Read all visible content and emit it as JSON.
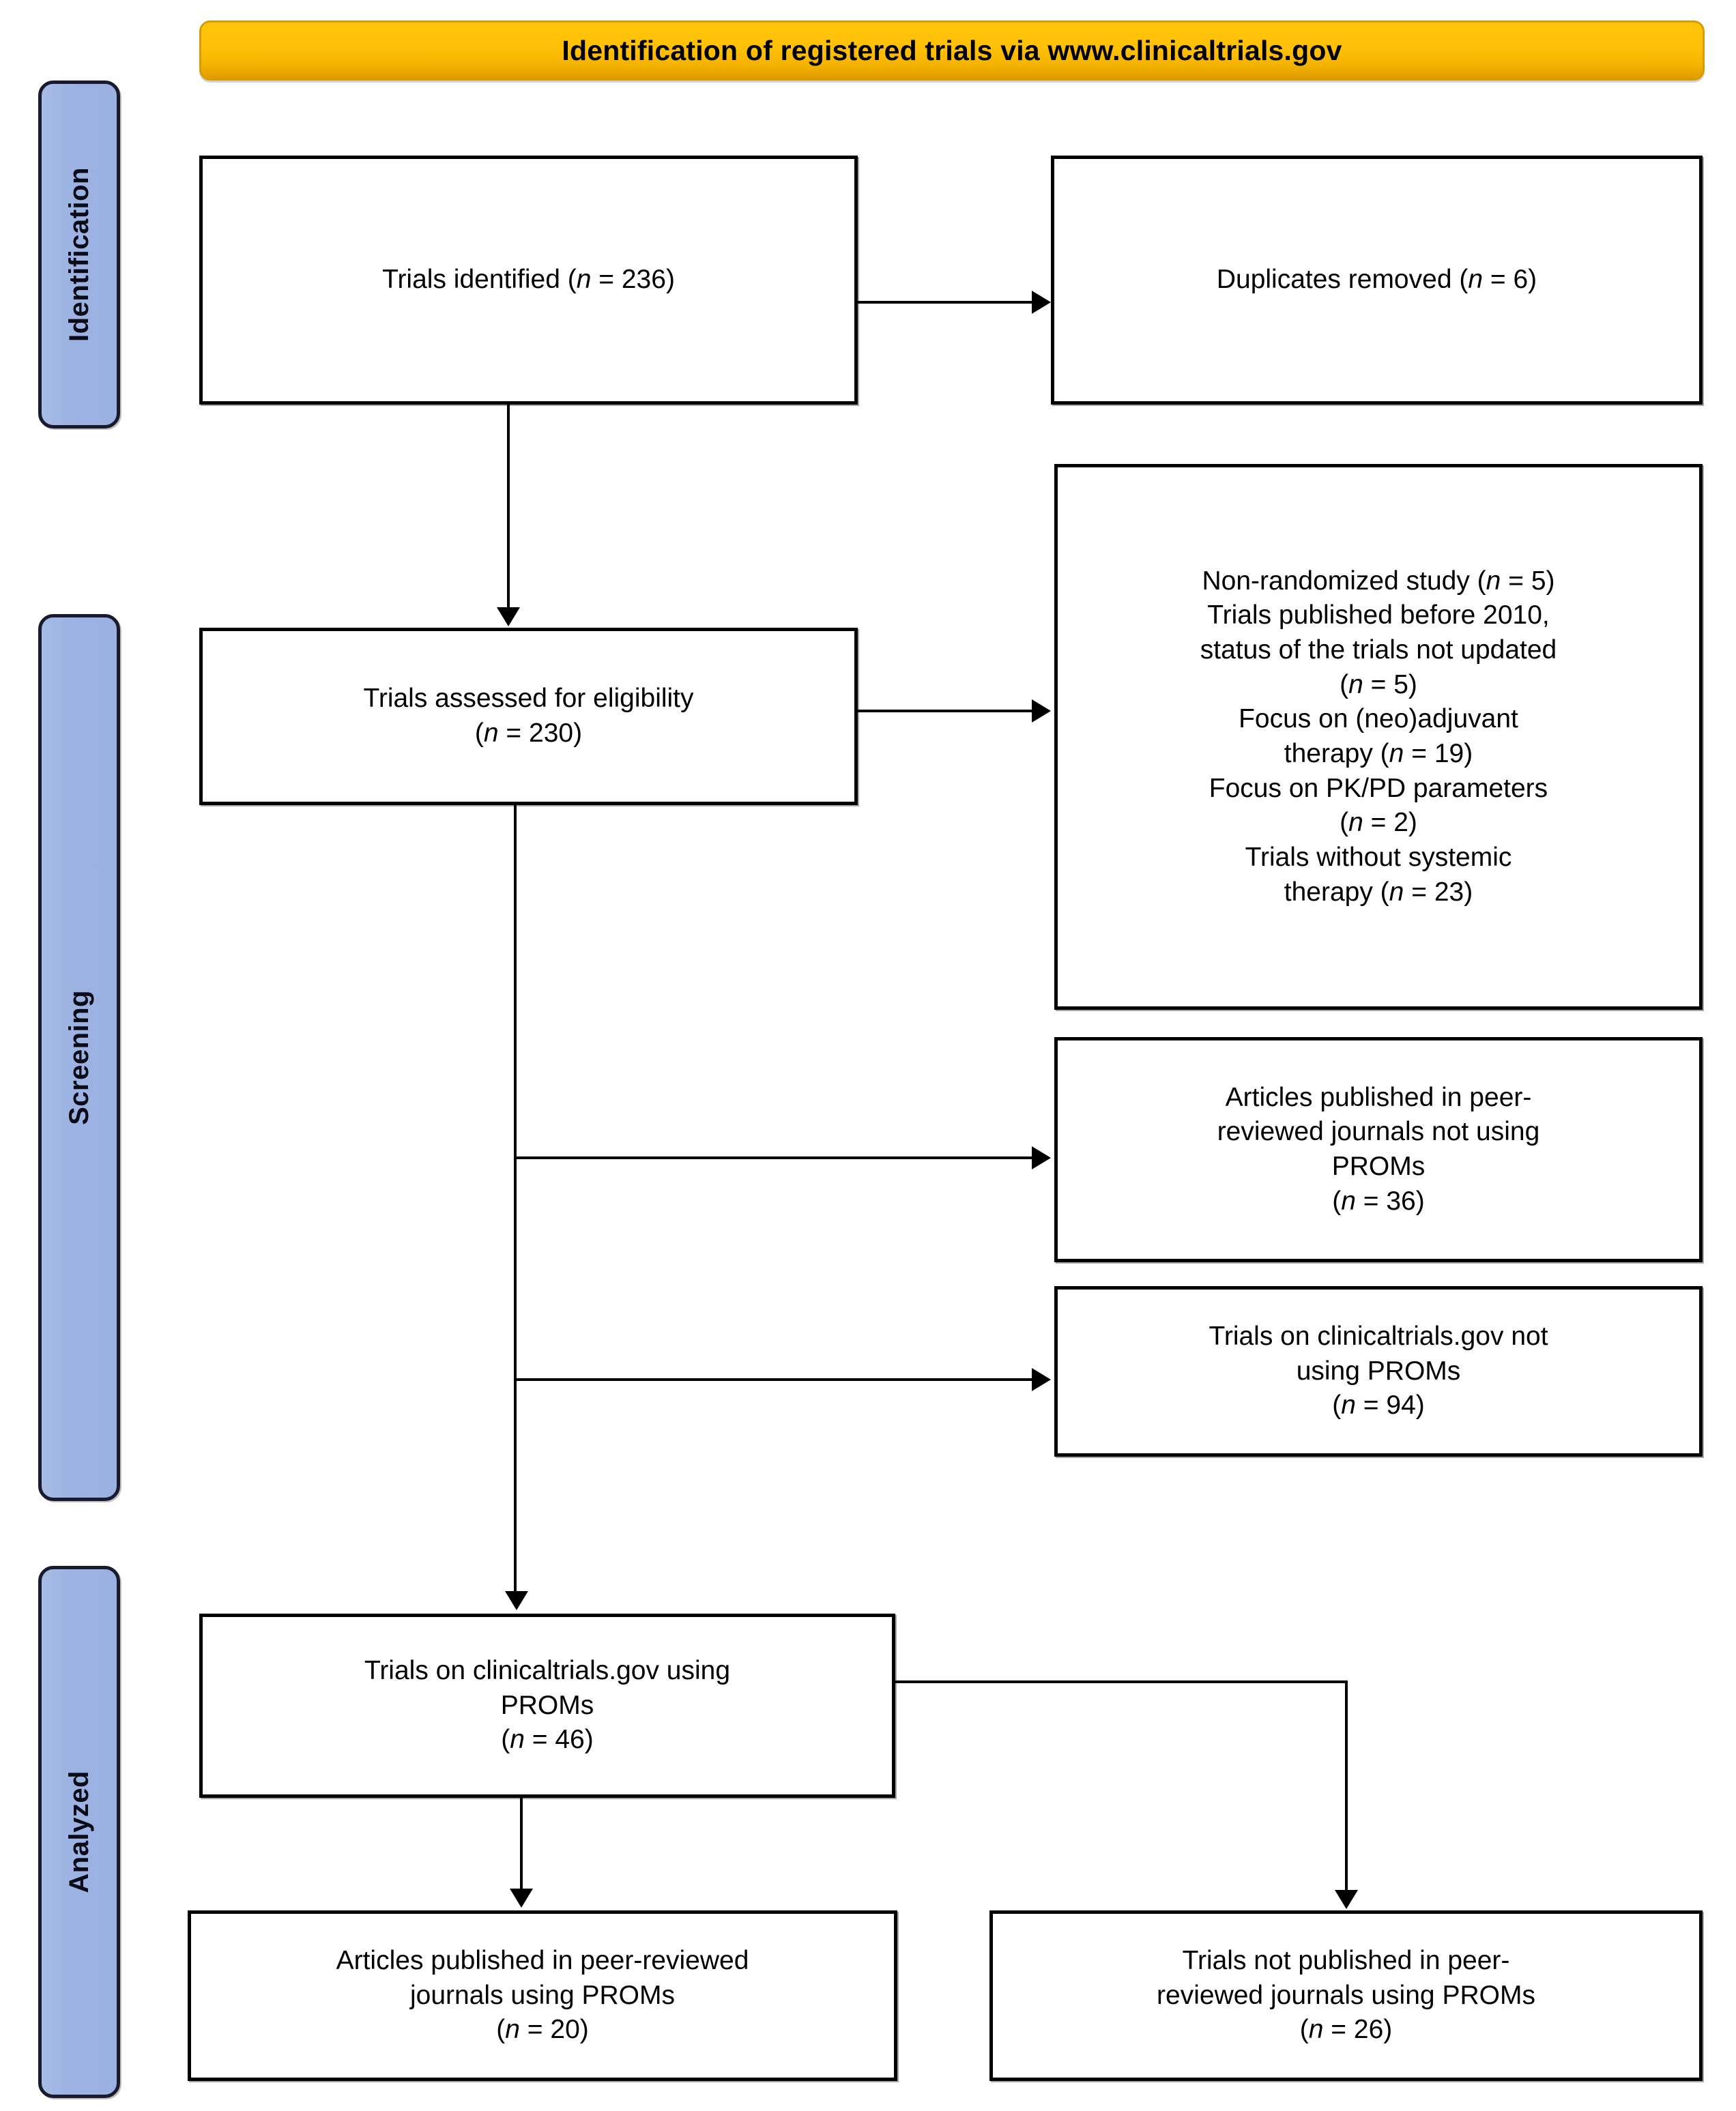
{
  "header": {
    "title": "Identification of registered trials via www.clinicaltrials.gov"
  },
  "stages": [
    {
      "label": "Identification"
    },
    {
      "label": "Screening"
    },
    {
      "label": "Analyzed"
    }
  ],
  "boxes": {
    "identified": "Trials identified (n = 236)",
    "duplicates": "Duplicates removed  (n = 6)",
    "eligibility": "Trials assessed for eligibility\n(n = 230)",
    "exclusions": "Non-randomized study (n = 5)\nTrials published before 2010,\nstatus of the trials not updated\n(n = 5)\nFocus on (neo)adjuvant\ntherapy (n = 19)\nFocus on PK/PD parameters\n(n = 2)\nTrials without systemic\ntherapy (n = 23)",
    "articles_not_using_proms": "Articles published in peer-\nreviewed journals not using\nPROMs\n(n = 36)",
    "trials_not_using_proms": "Trials on clinicaltrials.gov not\nusing PROMs\n(n = 94)",
    "trials_using_proms": "Trials on clinicaltrials.gov using\nPROMs\n(n = 46)",
    "articles_published_using_proms": "Articles published in peer-reviewed\njournals using PROMs\n(n = 20)",
    "trials_not_published_using_proms": "Trials not published in peer-\nreviewed journals using PROMs\n(n = 26)"
  },
  "counts": {
    "identified": 236,
    "duplicates": 6,
    "eligibility": 230,
    "non_randomized": 5,
    "published_before_2010": 5,
    "neoadjuvant": 19,
    "pkpd": 2,
    "without_systemic_therapy": 23,
    "articles_not_using_proms": 36,
    "trials_not_using_proms": 94,
    "trials_using_proms": 46,
    "articles_published_using_proms": 20,
    "trials_not_published_using_proms": 26
  },
  "colors": {
    "banner": "#FFC107",
    "banner_border": "#D99C00",
    "stage_fill": "#9DB3E2",
    "stage_border": "#1A1A2E",
    "box_border": "#000000",
    "connector": "#000000"
  }
}
